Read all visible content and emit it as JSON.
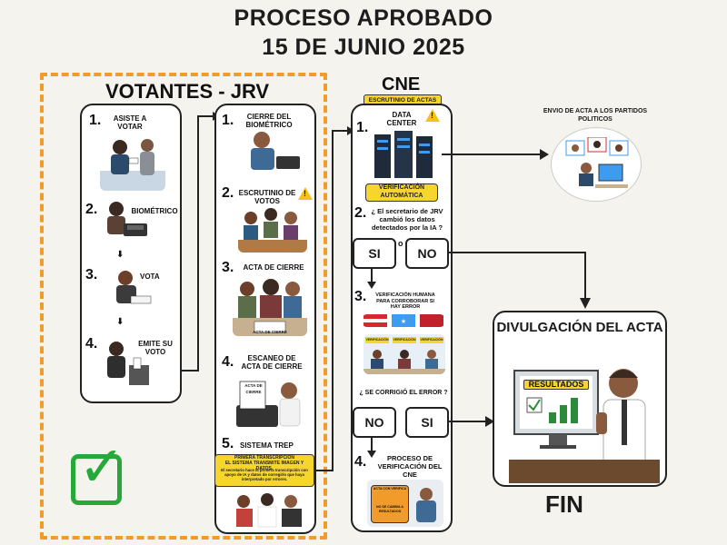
{
  "header": {
    "title_line1": "PROCESO APROBADO",
    "title_line2": "15 DE JUNIO 2025"
  },
  "votantes": {
    "heading": "VOTANTES - JRV",
    "steps": [
      {
        "num": "1.",
        "label": "ASISTE A VOTAR"
      },
      {
        "num": "2.",
        "label": "BIOMÉTRICO"
      },
      {
        "num": "3.",
        "label": "VOTA"
      },
      {
        "num": "4.",
        "label": "EMITE SU VOTO"
      }
    ]
  },
  "jrv": {
    "steps": [
      {
        "num": "1.",
        "label": "CIERRE DEL BIOMÉTRICO"
      },
      {
        "num": "2.",
        "label": "ESCRUTINIO DE VOTOS"
      },
      {
        "num": "3.",
        "label": "ACTA DE CIERRE"
      },
      {
        "num": "4.",
        "label": "ESCANEO DE ACTA DE CIERRE"
      },
      {
        "num": "5.",
        "label": "SISTEMA TREP"
      }
    ],
    "acta_label": "ACTA DE CIERRE",
    "scan_label": "ACTA DE CIERRE",
    "trep_note_title": "PRIMERA TRANSCRIPCIÓN",
    "trep_note_line2": "EL SISTEMA TRANSMITE IMAGEN Y DATOS.",
    "trep_note_body": "El secretario hace la primera transcripción con apoyo de IA y datos de corregirlo que haya interpretado por errores."
  },
  "cne": {
    "heading": "CNE",
    "tag": "ESCRUTINIO DE ACTAS",
    "step1": {
      "num": "1.",
      "label": "DATA CENTER",
      "box": "VERIFICACIÓN AUTOMÁTICA"
    },
    "step2": {
      "num": "2.",
      "question": "¿ El secretario de JRV cambió los datos detectados por la IA ?"
    },
    "decision1": {
      "yes": "SI",
      "sep": "o",
      "no": "NO"
    },
    "step3": {
      "num": "3.",
      "label": "VERIFICACIÓN HUMANA PARA CORROBORAR SI HAY ERROR",
      "panels": [
        "VERIFICACIÓN",
        "VERIFICACIÓN",
        "VERIFICACIÓN"
      ]
    },
    "question2": "¿ SE CORRIGIÓ EL ERROR ?",
    "decision2": {
      "no": "NO",
      "yes": "SI"
    },
    "step4": {
      "num": "4.",
      "label": "PROCESO DE VERIFICACIÓN DEL CNE",
      "sign": "ACTA CON VERIFICA",
      "sign2": "NO SE CAMBIA A RESULTADOS"
    }
  },
  "partidos": {
    "label": "ENVIO DE ACTA A LOS PARTIDOS POLITICOS"
  },
  "fin": {
    "title": "DIVULGACIÓN DEL ACTA",
    "screen": "RESULTADOS",
    "end": "FIN"
  },
  "colors": {
    "accent_yellow": "#f6d52d",
    "frame_orange": "#f09b2a",
    "check_green": "#27a83b"
  }
}
